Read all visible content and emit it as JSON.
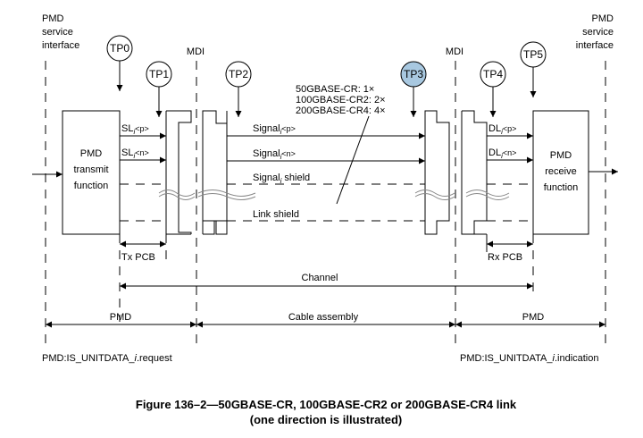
{
  "interfaces": {
    "left": {
      "line1": "PMD",
      "line2": "service",
      "line3": "interface"
    },
    "right": {
      "line1": "PMD",
      "line2": "service",
      "line3": "interface"
    },
    "mdi_left": "MDI",
    "mdi_right": "MDI"
  },
  "test_points": [
    {
      "id": "TP0",
      "highlighted": false
    },
    {
      "id": "TP1",
      "highlighted": false
    },
    {
      "id": "TP2",
      "highlighted": false
    },
    {
      "id": "TP3",
      "highlighted": true
    },
    {
      "id": "TP4",
      "highlighted": false
    },
    {
      "id": "TP5",
      "highlighted": false
    }
  ],
  "highlight_color": "#a8c8e0",
  "blocks": {
    "transmit": {
      "line1": "PMD",
      "line2": "transmit",
      "line3": "function"
    },
    "receive": {
      "line1": "PMD",
      "line2": "receive",
      "line3": "function"
    }
  },
  "lane_note": {
    "line1": "50GBASE-CR: 1×",
    "line2": "100GBASE-CR2: 2×",
    "line3": "200GBASE-CR4: 4×"
  },
  "signals": {
    "sl_p": {
      "base": "SL",
      "sub": "i",
      "suffix": "<p>"
    },
    "sl_n": {
      "base": "SL",
      "sub": "i",
      "suffix": "<n>"
    },
    "sig_p": {
      "base": "Signal",
      "sub": "i",
      "suffix": "<p>"
    },
    "sig_n": {
      "base": "Signal",
      "sub": "i",
      "suffix": "<n>"
    },
    "sig_shield": {
      "base": "Signal",
      "sub": "i",
      "suffix": " shield"
    },
    "link_shield": "Link shield",
    "dl_p": {
      "base": "DL",
      "sub": "i",
      "suffix": "<p>"
    },
    "dl_n": {
      "base": "DL",
      "sub": "i",
      "suffix": "<n>"
    }
  },
  "spans": {
    "tx_pcb": "Tx PCB",
    "rx_pcb": "Rx PCB",
    "channel": "Channel",
    "pmd_left": "PMD",
    "cable_assembly": "Cable assembly",
    "pmd_right": "PMD"
  },
  "primitives": {
    "request": {
      "prefix": "PMD:IS_UNITDATA_",
      "italic": "i",
      "suffix": ".request"
    },
    "indication": {
      "prefix": "PMD:IS_UNITDATA_",
      "italic": "i",
      "suffix": ".indication"
    }
  },
  "caption": {
    "line1": "Figure 136–2—50GBASE-CR, 100GBASE-CR2 or 200GBASE-CR4 link",
    "line2": "(one direction is illustrated)"
  }
}
